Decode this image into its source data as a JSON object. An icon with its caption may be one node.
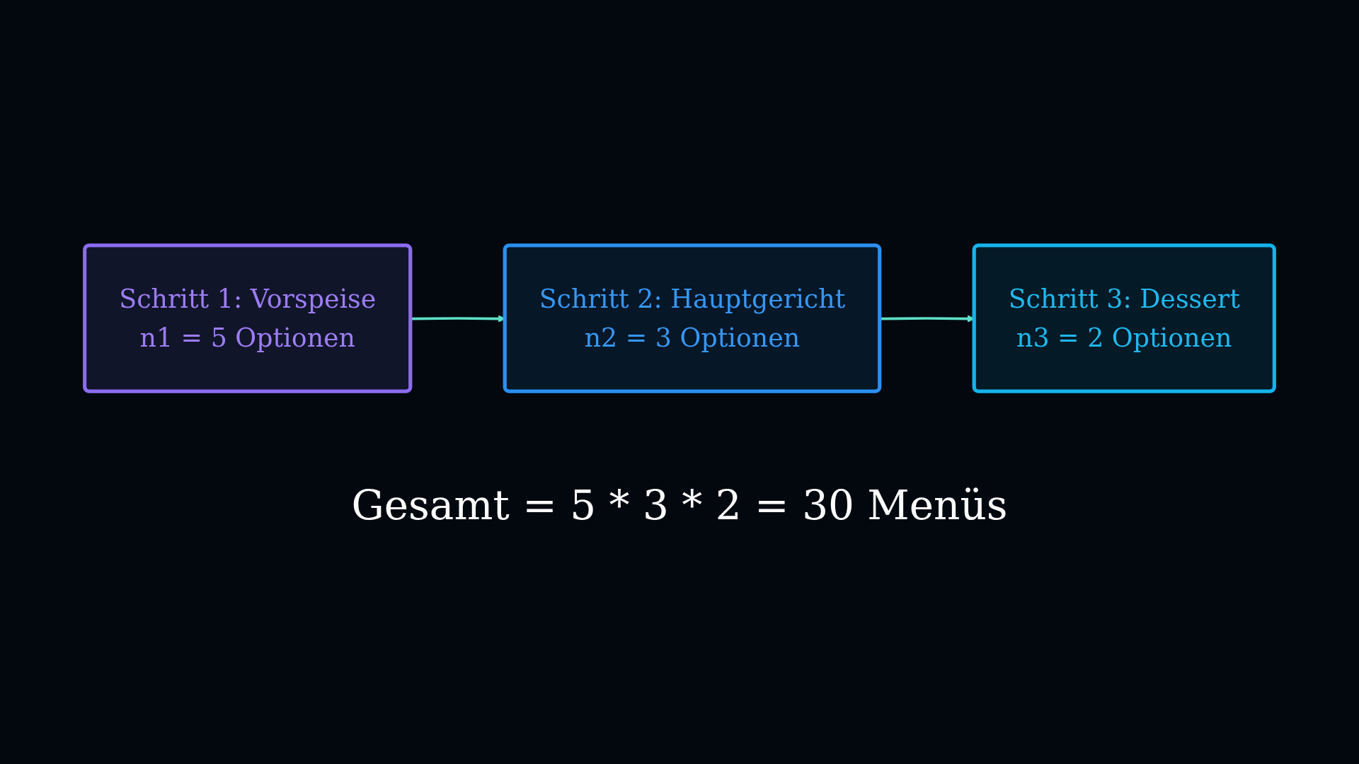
{
  "diagram": {
    "nodes": [
      {
        "text": [
          "Schritt 1: Vorspeise",
          "n1 = 5 Optionen"
        ]
      },
      {
        "text": [
          "Schritt 2: Hauptgericht",
          "n2 = 3 Optionen"
        ]
      },
      {
        "text": [
          "Schritt 3: Dessert",
          "n3 = 2 Optionen"
        ]
      }
    ],
    "edges": [
      {
        "from": 0,
        "to": 1,
        "arrow": "to"
      },
      {
        "from": 1,
        "to": 2,
        "arrow": "to"
      }
    ],
    "labels": [
      "Gesamt = 5 * 3 * 2 = 30 Menüs"
    ]
  }
}
